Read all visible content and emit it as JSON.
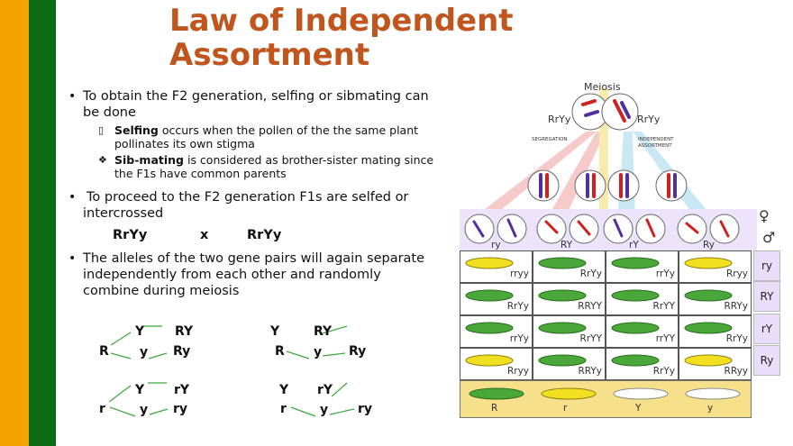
{
  "title": "Law of Independent Assortment",
  "bullets": [
    "To obtain the F2 generation, selfing or sibmating can be done",
    "To proceed to the F2 generation F1s are selfed or intercrossed",
    "The alleles of the two gene pairs  will again separate independently from each other and randomly combine during meiosis"
  ],
  "sub_bullets": [
    {
      "bold": "Selfing",
      "rest": " occurs when the pollen of the the same plant pollinates its own stigma"
    },
    {
      "bold": "Sib-mating",
      "rest": " is considered as brother-sister mating since the F1s have common parents"
    }
  ],
  "cross": {
    "left": "RrYy",
    "op": "x",
    "right": "RrYy"
  },
  "allele_diagrams": [
    {
      "parent": "R",
      "top": "Y",
      "bottom": "y",
      "top_gamete": "RY",
      "bottom_gamete": "Ry"
    },
    {
      "parent": "R",
      "top": "Y",
      "bottom": "y",
      "top_gamete": "RY",
      "bottom_gamete": "Ry"
    },
    {
      "parent": "r",
      "top": "Y",
      "bottom": "y",
      "top_gamete": "rY",
      "bottom_gamete": "ry"
    },
    {
      "parent": "r",
      "top": "Y",
      "bottom": "y",
      "top_gamete": "rY",
      "bottom_gamete": "ry"
    }
  ],
  "figure": {
    "heading": "Meiosis",
    "parent_left": "RrYy",
    "parent_right": "RrYy",
    "note_left": "SEGREGATION",
    "note_right": "INDEPENDENT ASSORTMENT",
    "gamete_labels": [
      "ry",
      "RY",
      "rY",
      "Ry"
    ],
    "female_symbol": "♀",
    "male_symbol": "♂",
    "side_labels": [
      "ry",
      "RY",
      "rY",
      "Ry"
    ],
    "grid": [
      [
        "rryy",
        "RrYy",
        "rrYy",
        "Rryy"
      ],
      [
        "RrYy",
        "RRYY",
        "RrYY",
        "RRYy"
      ],
      [
        "rrYy",
        "RrYY",
        "rrYY",
        "RrYy"
      ],
      [
        "Rryy",
        "RRYy",
        "RrYy",
        "RRyy"
      ]
    ],
    "bottom_labels": [
      "R",
      "r",
      "Y",
      "y"
    ]
  },
  "colors": {
    "title": "#c0561e",
    "stripe_orange": "#f5a300",
    "stripe_green": "#0a6b12",
    "pea_green": "#4aa83a",
    "pea_yellow": "#f2e020",
    "lavender": "#e8defa"
  }
}
